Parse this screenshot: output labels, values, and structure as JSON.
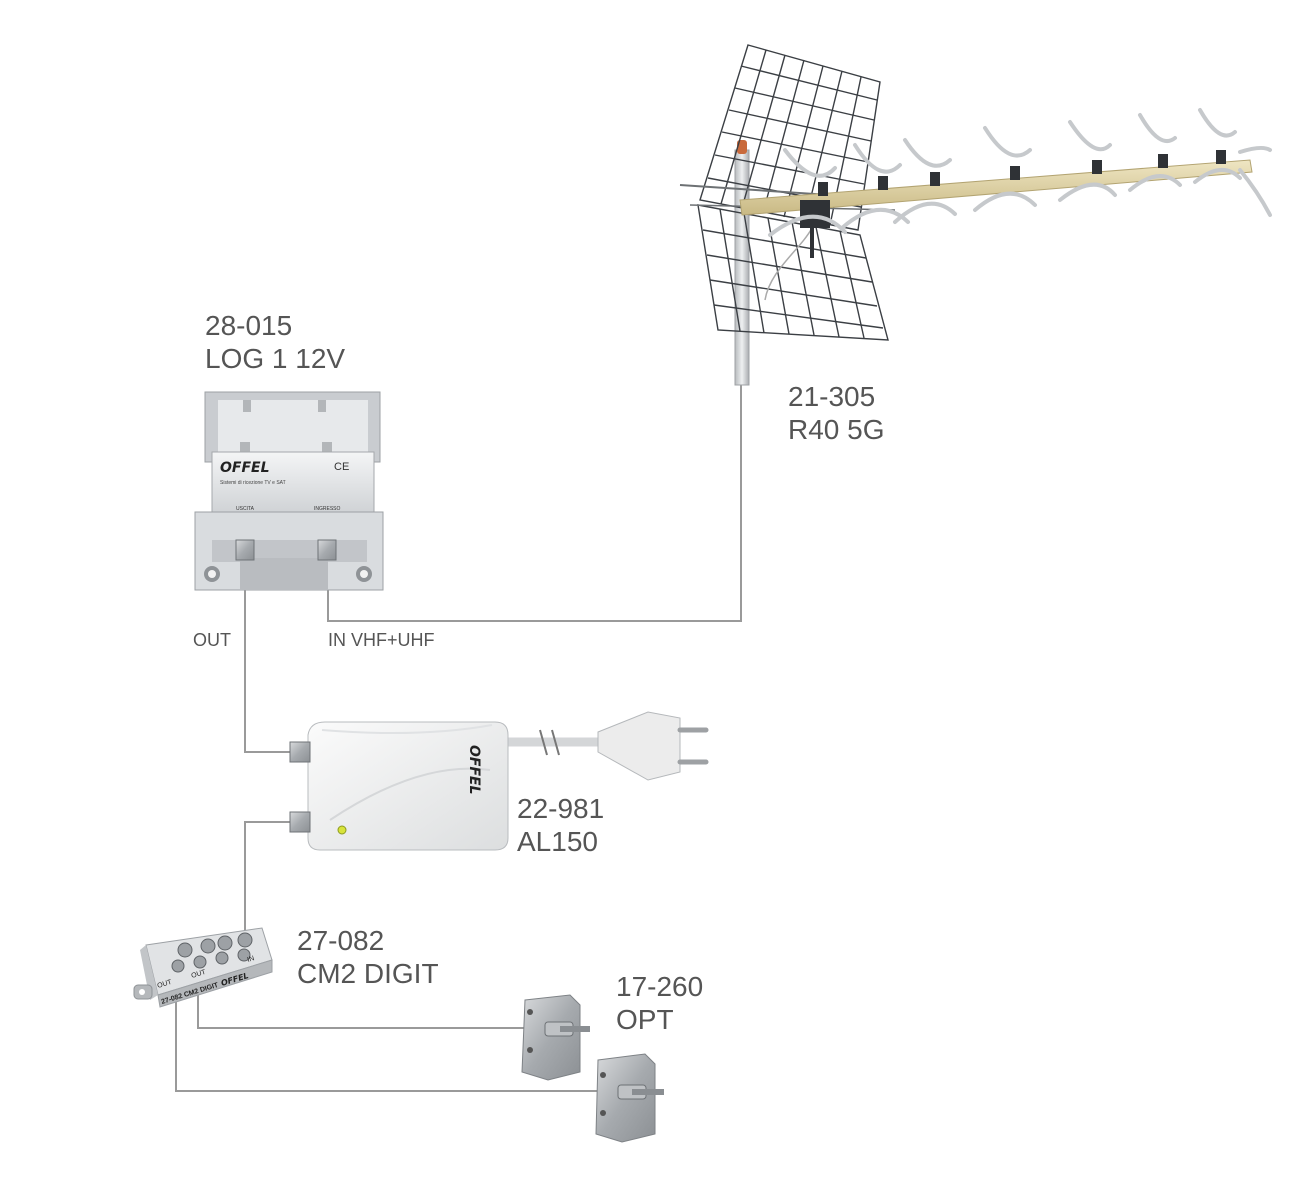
{
  "components": {
    "amplifier": {
      "code": "28-015",
      "model": "LOG 1 12V",
      "brand": "OFFEL",
      "subtitle": "Sistemi di ricezione TV e SAT",
      "mark": "CE",
      "port_out": "USCITA",
      "port_in": "INGRESSO"
    },
    "antenna": {
      "code": "21-305",
      "model": "R40 5G"
    },
    "power_supply": {
      "code": "22-981",
      "model": "AL150",
      "brand": "OFFEL"
    },
    "splitter": {
      "code": "27-082",
      "model": "CM2 DIGIT",
      "body_text": "27-082  CM2  DIGIT",
      "brand": "OFFEL",
      "out_a": "OUT",
      "out_b": "OUT",
      "in": "IN"
    },
    "outlet": {
      "code": "17-260",
      "model": "OPT"
    }
  },
  "connections": {
    "out_label": "OUT",
    "in_label": "IN VHF+UHF"
  },
  "colors": {
    "cable": "#9a9a9a",
    "label": "#555555",
    "device_body": "#e4e6e8",
    "mesh": "#3b3f44",
    "boom": "#d9cc9c"
  }
}
